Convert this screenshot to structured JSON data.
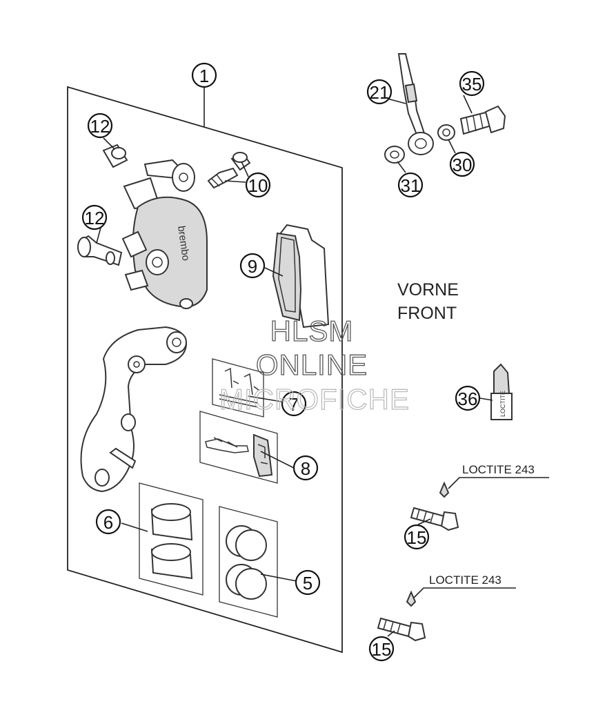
{
  "callouts": {
    "c1": "1",
    "c12a": "12",
    "c10": "10",
    "c12b": "12",
    "c9": "9",
    "c7": "7",
    "c8": "8",
    "c6": "6",
    "c5": "5",
    "c21": "21",
    "c35": "35",
    "c30": "30",
    "c31": "31",
    "c36": "36",
    "c15a": "15",
    "c15b": "15"
  },
  "labels": {
    "vorne": "VORNE",
    "front": "FRONT",
    "loctite_1": "LOCTITE 243",
    "loctite_2": "LOCTITE 243",
    "brand": "brembo",
    "loctite_tube": "LOCTITE"
  },
  "watermark": {
    "line1": "HLSM",
    "line2": "ONLINE",
    "line3": "MICROFICHE"
  }
}
